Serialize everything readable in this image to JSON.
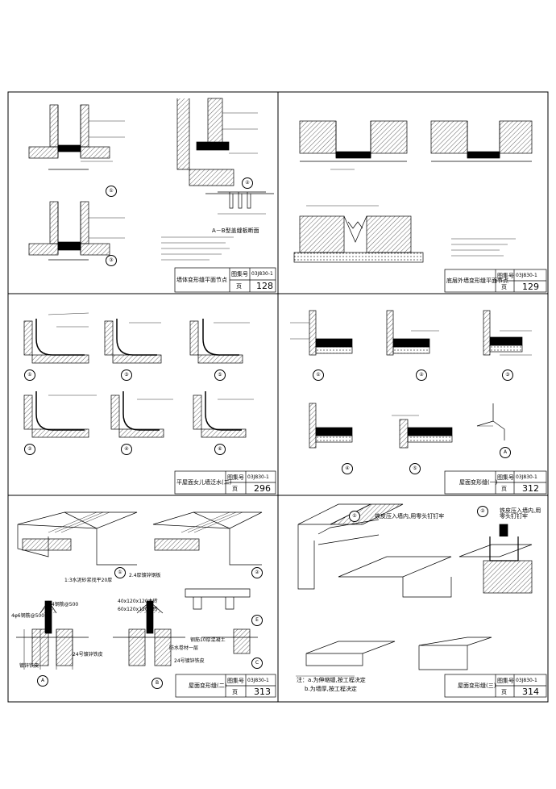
{
  "panels": [
    {
      "title": "墙体变形缝平面节点",
      "atlas_label": "图集号",
      "atlas_no": "03J830-1",
      "page_label": "页",
      "page_no": "128",
      "callouts": [
        "①",
        "②",
        "③"
      ],
      "labels": [
        "A－B型盖缝板断面"
      ]
    },
    {
      "title": "底层外墙变形缝平面节点",
      "atlas_label": "图集号",
      "atlas_no": "03J830-1",
      "page_label": "页",
      "page_no": "129",
      "callouts": [],
      "labels": []
    },
    {
      "title": "平屋面女儿墙泛水(二)",
      "atlas_label": "图集号",
      "atlas_no": "03J830-1",
      "page_label": "页",
      "page_no": "296",
      "callouts": [
        "①",
        "③",
        "⑤",
        "②",
        "④",
        "⑥"
      ],
      "labels": []
    },
    {
      "title": "屋面变形缝(一)",
      "atlas_label": "图集号",
      "atlas_no": "03J830-1",
      "page_label": "页",
      "page_no": "312",
      "callouts": [
        "①",
        "②",
        "③",
        "④",
        "⑤",
        "A"
      ],
      "labels": []
    },
    {
      "title": "屋面变形缝(二)",
      "atlas_label": "图集号",
      "atlas_no": "03J830-1",
      "page_label": "页",
      "page_no": "313",
      "callouts": [
        "①",
        "②",
        "A",
        "B",
        "C",
        "E"
      ],
      "labels": [
        "1:3水泥砂浆找平20厚",
        "φ4钢筋@500",
        "2.4厚镀锌钢板",
        "24号镀锌铁皮",
        "4φ6钢筋@500",
        "40x120x120木砖",
        "60x120x120木砖",
        "防水卷材一层",
        "钢筋10厚混凝土",
        "镀锌铁皮",
        "24号镀锌铁皮"
      ]
    },
    {
      "title": "屋面变形缝(三)",
      "atlas_label": "图集号",
      "atlas_no": "03J830-1",
      "page_label": "页",
      "page_no": "314",
      "callouts": [
        "①",
        "②"
      ],
      "labels": [
        "铁皮压入墙内,用零头钉钉牢",
        "铁皮压入墙内,用零头钉钉牢",
        "注：a.为伸缩缝,按工程决定",
        "b.为墙厚,按工程决定"
      ]
    }
  ]
}
